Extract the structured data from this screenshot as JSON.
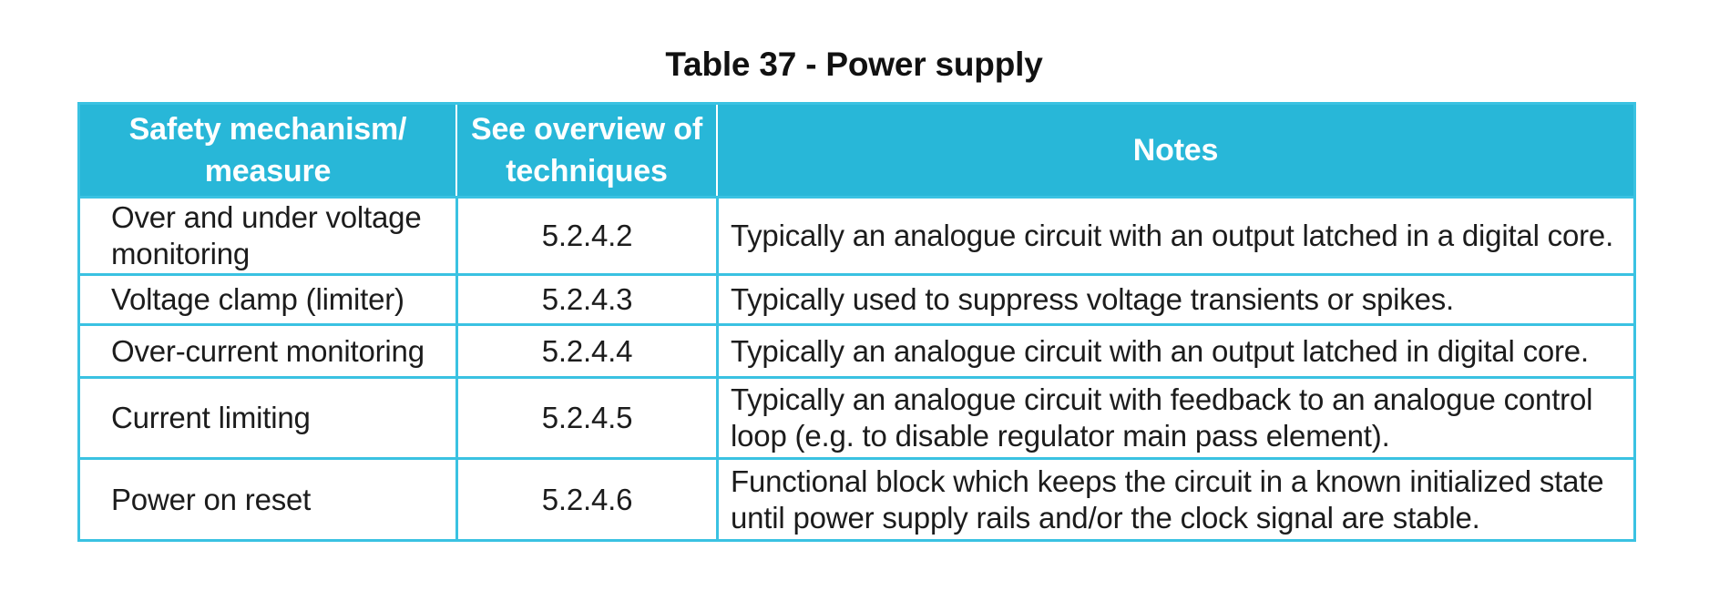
{
  "title": "Table 37 - Power supply",
  "colors": {
    "header_bg": "#28b7d8",
    "grid_border": "#3ac2e2",
    "header_divider": "#ffffff",
    "striped_row_bg": "#eff5fa",
    "plain_row_bg": "#ffffff",
    "header_text": "#ffffff",
    "body_text": "#1c1c1c",
    "page_bg": "#ffffff"
  },
  "table": {
    "headers": {
      "mechanism": "Safety mechanism/\nmeasure",
      "technique": "See overview of\ntechniques",
      "notes": "Notes"
    },
    "rows": [
      {
        "mechanism": "Over and under voltage\nmonitoring",
        "technique": "5.2.4.2",
        "notes": "Typically an analogue circuit with an output latched in a digital core."
      },
      {
        "mechanism": "Voltage clamp (limiter)",
        "technique": "5.2.4.3",
        "notes": "Typically used to suppress voltage transients or spikes."
      },
      {
        "mechanism": "Over-current monitoring",
        "technique": "5.2.4.4",
        "notes": "Typically an analogue circuit with an output latched in digital core."
      },
      {
        "mechanism": "Current limiting",
        "technique": "5.2.4.5",
        "notes": "Typically an analogue circuit with feedback to an analogue control\nloop (e.g. to disable regulator main pass element)."
      },
      {
        "mechanism": "Power on reset",
        "technique": "5.2.4.6",
        "notes": "Functional block which keeps the circuit in a known initialized state\nuntil power supply rails and/or the clock signal are stable."
      }
    ]
  }
}
